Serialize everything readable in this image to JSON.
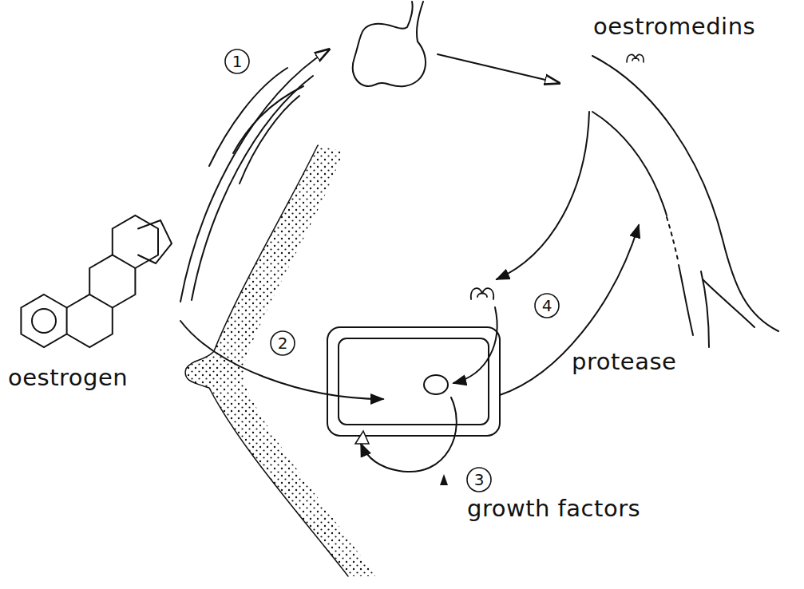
{
  "diagram": {
    "labels": [
      "1",
      "oestromedins",
      "2",
      "4",
      "oestrogen",
      "protease",
      "3",
      "growth factors"
    ]
  }
}
